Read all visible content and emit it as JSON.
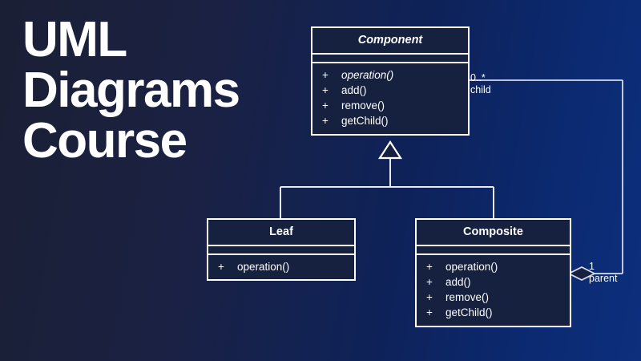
{
  "title": {
    "lines": [
      "UML",
      "Diagrams",
      "Course"
    ]
  },
  "colors": {
    "background_left": "#1b1f35",
    "background_right": "#0d2f7d",
    "box_fill": "#16203f",
    "stroke": "#ffffff",
    "text": "#ffffff"
  },
  "diagram": {
    "type": "uml-class-diagram",
    "pattern": "Composite",
    "classes": [
      {
        "id": "component",
        "name": "Component",
        "abstract": true,
        "attributes": [],
        "operations": [
          {
            "visibility": "+",
            "signature": "operation()",
            "abstract": true
          },
          {
            "visibility": "+",
            "signature": "add()",
            "abstract": false
          },
          {
            "visibility": "+",
            "signature": "remove()",
            "abstract": false
          },
          {
            "visibility": "+",
            "signature": "getChild()",
            "abstract": false
          }
        ]
      },
      {
        "id": "leaf",
        "name": "Leaf",
        "abstract": false,
        "attributes": [],
        "operations": [
          {
            "visibility": "+",
            "signature": "operation()",
            "abstract": false
          }
        ]
      },
      {
        "id": "composite",
        "name": "Composite",
        "abstract": false,
        "attributes": [],
        "operations": [
          {
            "visibility": "+",
            "signature": "operation()",
            "abstract": false
          },
          {
            "visibility": "+",
            "signature": "add()",
            "abstract": false
          },
          {
            "visibility": "+",
            "signature": "remove()",
            "abstract": false
          },
          {
            "visibility": "+",
            "signature": "getChild()",
            "abstract": false
          }
        ]
      }
    ],
    "relationships": [
      {
        "kind": "generalization",
        "from": "leaf",
        "to": "component"
      },
      {
        "kind": "generalization",
        "from": "composite",
        "to": "component"
      },
      {
        "kind": "aggregation",
        "from": "composite",
        "to": "component",
        "source_multiplicity": "1",
        "source_role": "parent",
        "target_multiplicity": "0..*",
        "target_role": "child"
      }
    ],
    "labels": {
      "child_multiplicity": "0..*",
      "child_role": "child",
      "parent_multiplicity": "1",
      "parent_role": "parent"
    }
  }
}
